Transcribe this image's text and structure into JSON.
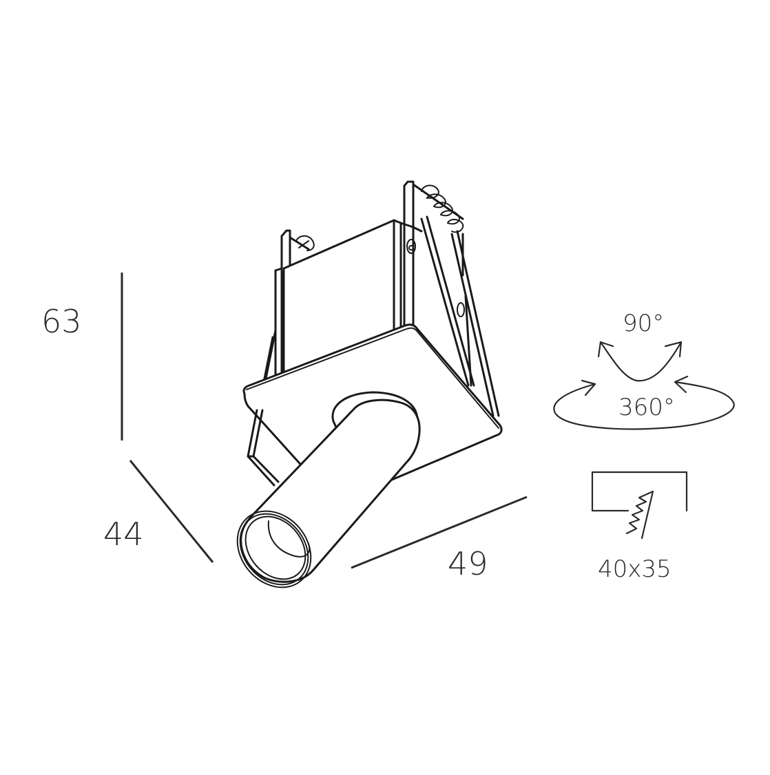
{
  "drawing": {
    "subject": "recessed adjustable spotlight",
    "dimensions": {
      "height": "63",
      "depth": "44",
      "width": "49"
    },
    "adjustment": {
      "tilt_label": "90°",
      "rotation_label": "360°"
    },
    "cutout": {
      "label": "40x35"
    }
  },
  "colors": {
    "line": "#1a1a1a",
    "background": "#ffffff"
  }
}
